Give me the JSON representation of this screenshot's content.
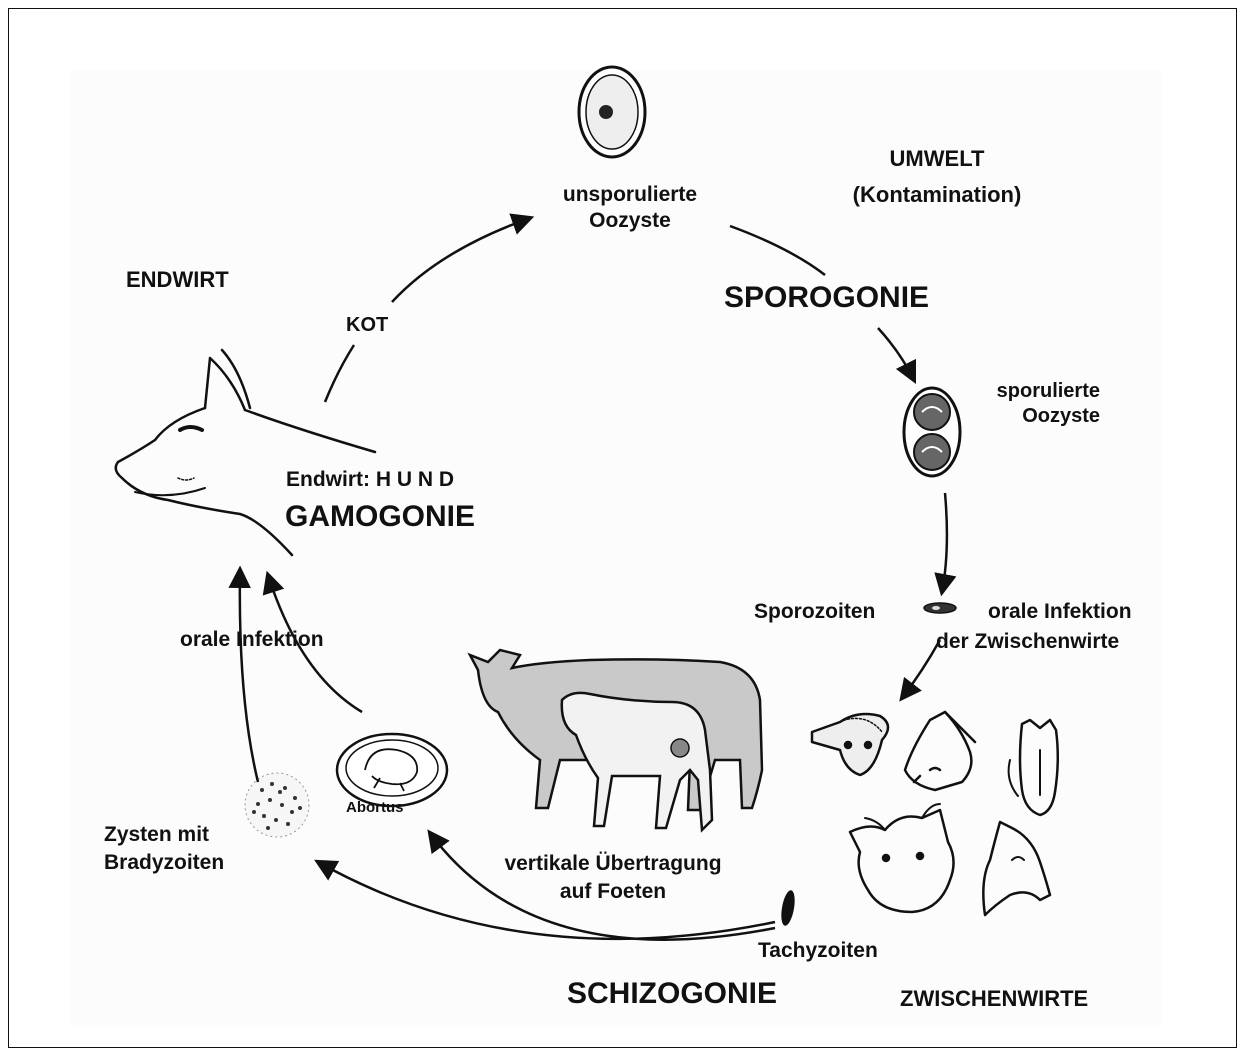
{
  "labels": {
    "unsporulated_oocyst": [
      "unsporulierte",
      "Oozyste"
    ],
    "environment": [
      "UMWELT",
      "(Kontamination)"
    ],
    "sporogony": "SPOROGONIE",
    "sporulated_oocyst": [
      "sporulierte",
      "Oozyste"
    ],
    "final_host": "ENDWIRT",
    "feces": "KOT",
    "final_host_dog": "Endwirt: H U N D",
    "gamogony": "GAMOGONIE",
    "sporozoites": "Sporozoiten",
    "oral_infection_intermediate": [
      "orale Infektion",
      "der Zwischenwirte"
    ],
    "oral_infection": "orale Infektion",
    "abortion": "Abortus",
    "cysts": [
      "Zysten mit",
      "Bradyzoiten"
    ],
    "vertical_transmission": [
      "vertikale Übertragung",
      "auf Foeten"
    ],
    "tachyzoites": "Tachyzoiten",
    "schizogony": "SCHIZOGONIE",
    "intermediate_hosts": "ZWISCHENWIRTE"
  }
}
